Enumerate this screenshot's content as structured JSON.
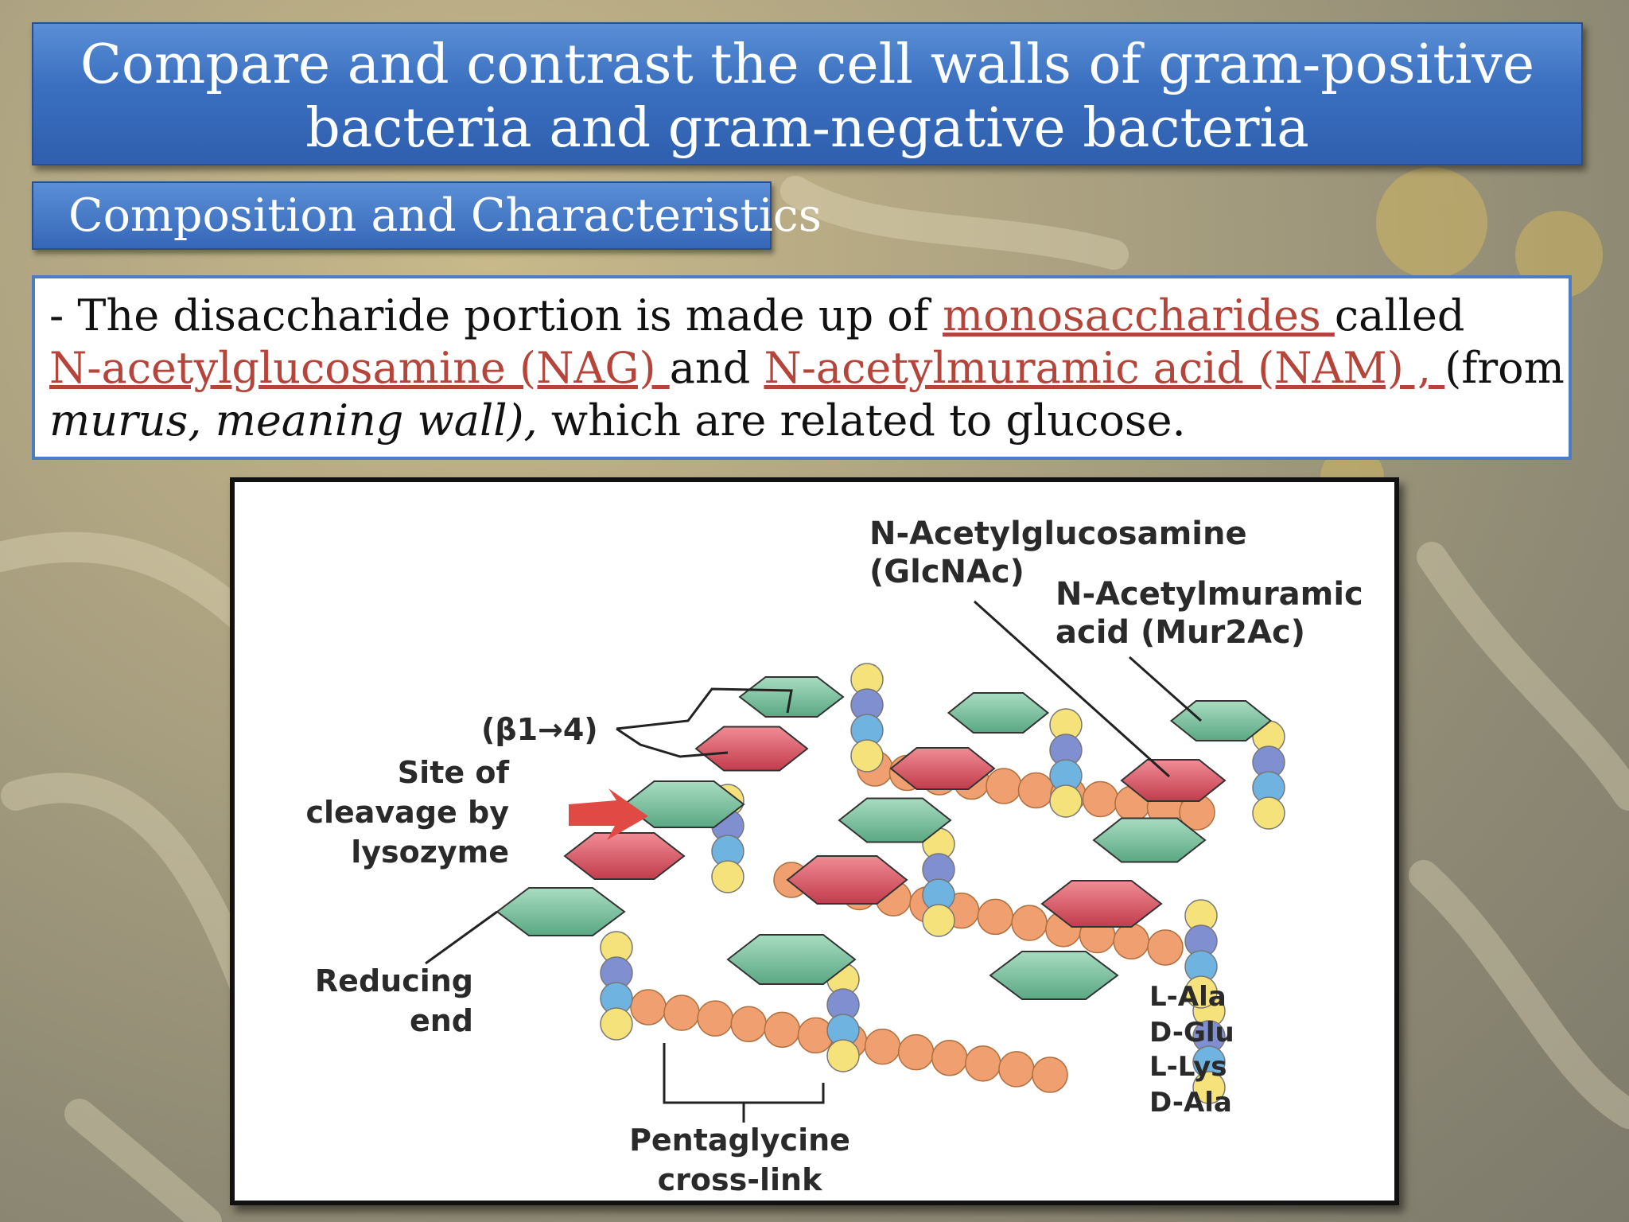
{
  "slide": {
    "title_line1": "Compare and contrast the cell walls of gram-positive",
    "title_line2": "bacteria and gram-negative bacteria",
    "subtitle": "Composition and Characteristics",
    "body": {
      "dash": "- The disaccharide portion is made up of ",
      "term_monosaccharides": "monosaccharides ",
      "called": "called",
      "term_nag": "N-acetylglucosamine (NAG) ",
      "and": "and ",
      "term_nam": "N-acetylmuramic acid (NAM) , ",
      "from": "(from",
      "italic_part": "murus, meaning wall),",
      "tail": " which are related to glucose."
    }
  },
  "figure": {
    "label_glcnac_1": "N-Acetylglucosamine",
    "label_glcnac_2": "(GlcNAc)",
    "label_mur_1": "N-Acetylmuramic",
    "label_mur_2": "acid (Mur2Ac)",
    "label_beta": "(β1→4)",
    "label_site_1": "Site of",
    "label_site_2": "cleavage by",
    "label_site_3": "lysozyme",
    "label_reducing_1": "Reducing",
    "label_reducing_2": "end",
    "label_pentaglycine_1": "Pentaglycine",
    "label_pentaglycine_2": "cross-link",
    "aa_1": "L-Ala",
    "aa_2": "D-Glu",
    "aa_3": "L-Lys",
    "aa_4": "D-Ala"
  },
  "colors": {
    "nag_green": "#7fc7a0",
    "nam_red": "#d9606c",
    "ala_yellow": "#f5e27a",
    "glu_blue": "#7f8fd0",
    "lys_cyan": "#6fb3e0",
    "gly_orange": "#f0a070",
    "term_red": "#b5453a"
  }
}
